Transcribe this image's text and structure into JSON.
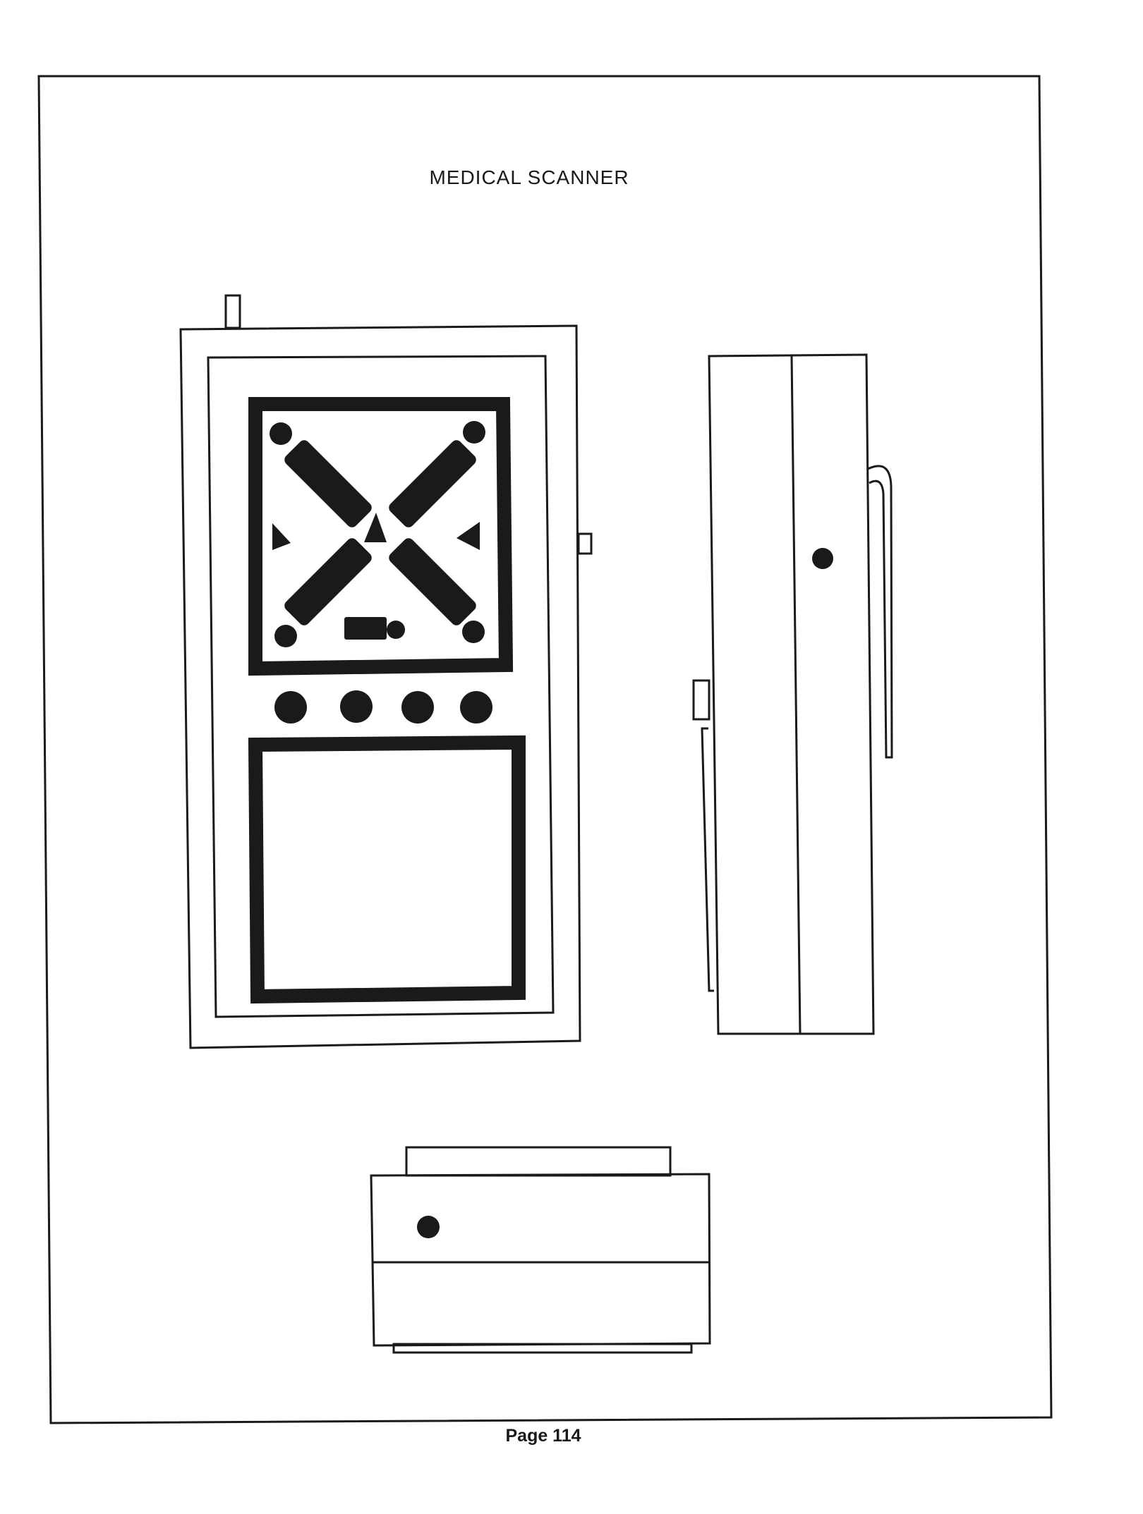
{
  "diagram": {
    "title": "MEDICAL SCANNER",
    "views": [
      {
        "name": "front-view"
      },
      {
        "name": "side-view"
      },
      {
        "name": "bottom-view"
      }
    ]
  },
  "footer": {
    "page_label": "Page 114"
  },
  "colors": {
    "ink": "#1a1a1a",
    "paper": "#ffffff"
  }
}
